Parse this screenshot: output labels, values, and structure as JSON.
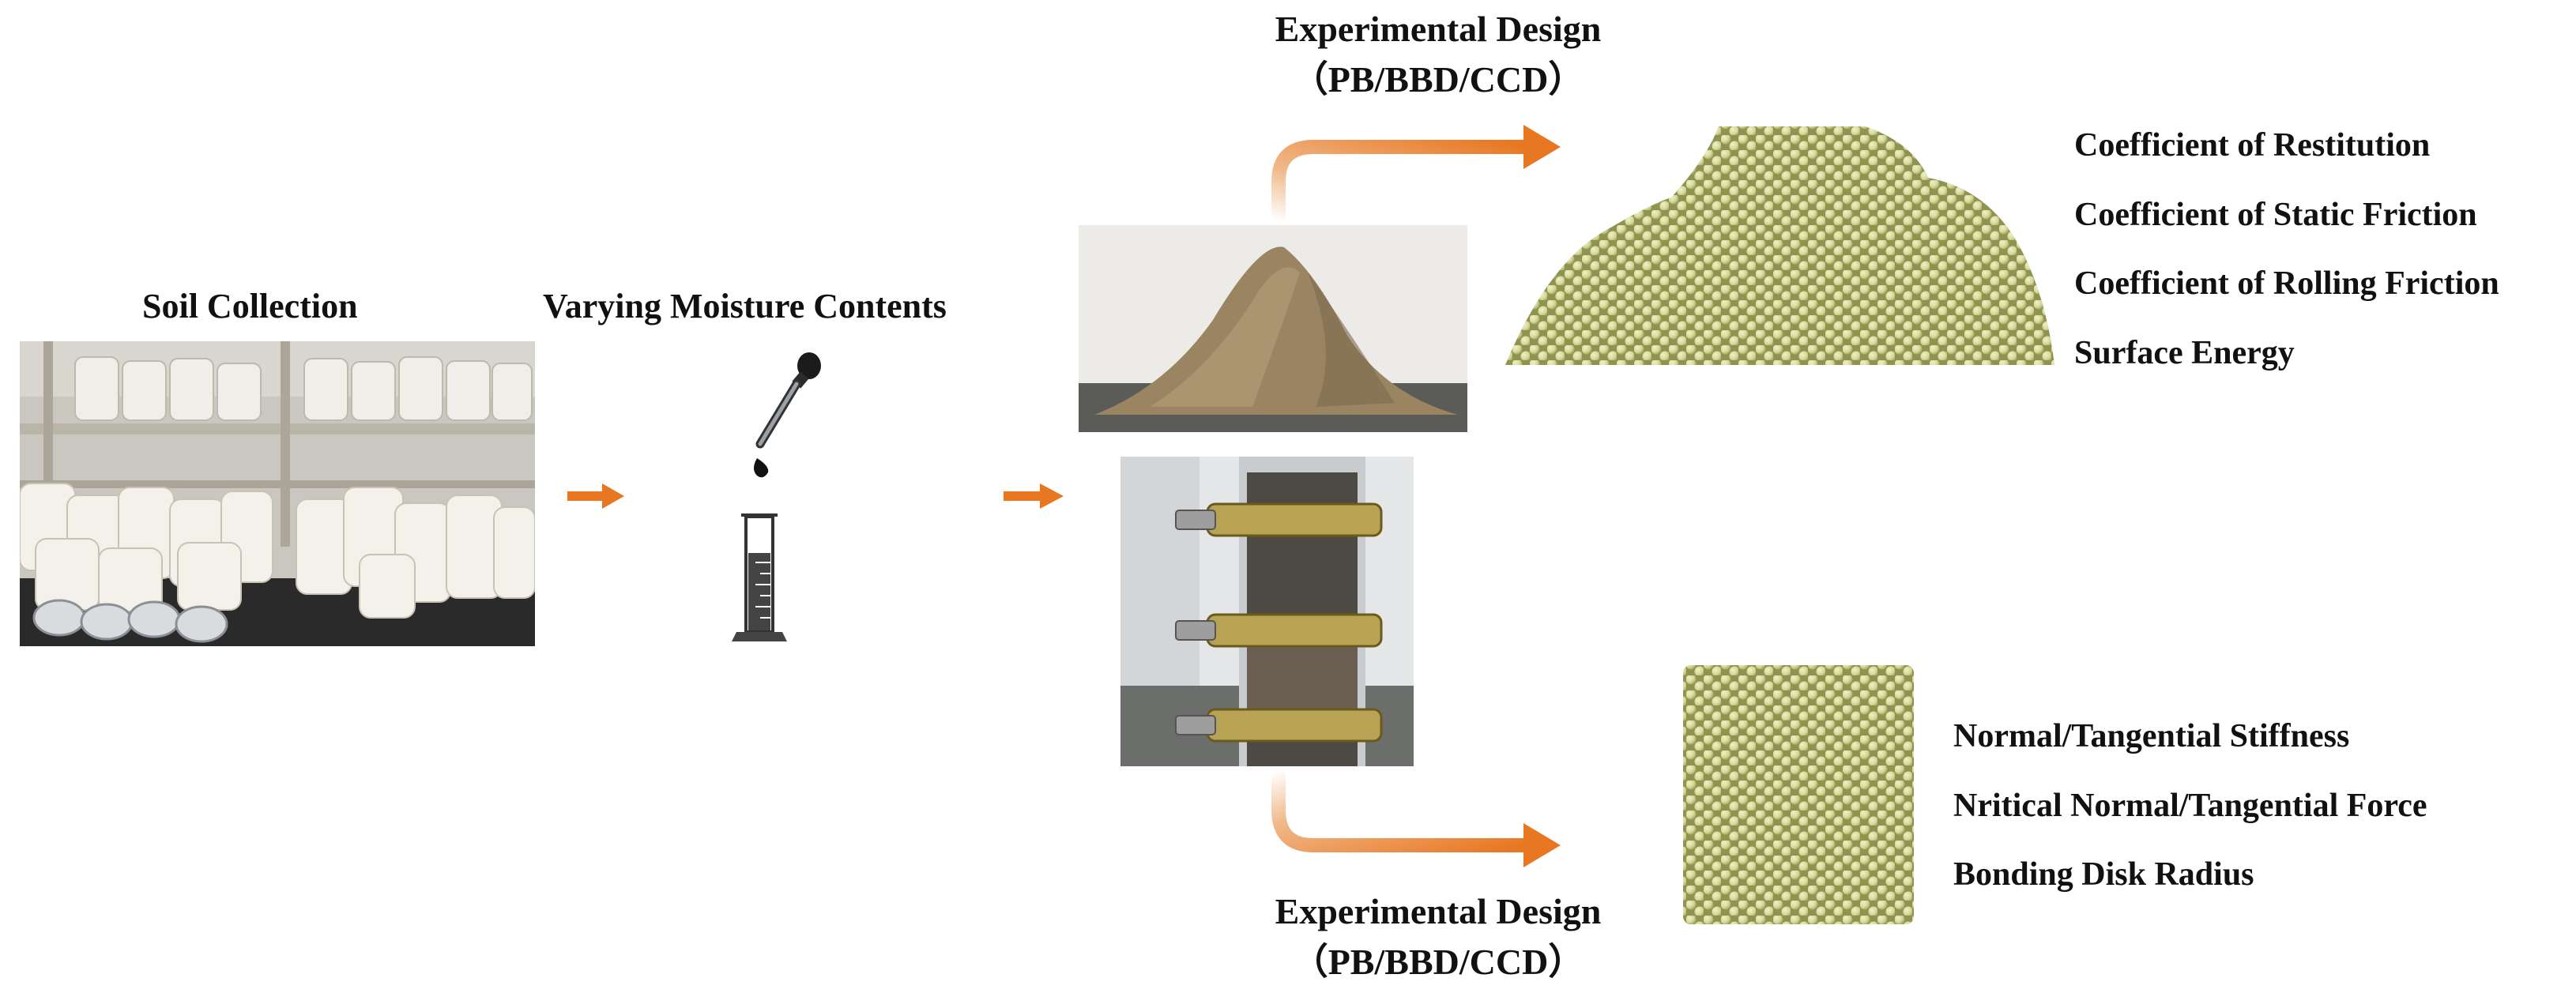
{
  "stages": {
    "soil_collection": "Soil Collection",
    "varying_moisture": "Varying Moisture Contents"
  },
  "design_top": {
    "line1": "Experimental Design",
    "line2": "（PB/BBD/CCD）"
  },
  "design_bottom": {
    "line1": "Experimental Design",
    "line2": "（PB/BBD/CCD）"
  },
  "params_top": [
    "Coefficient of Restitution",
    "Coefficient of Static Friction",
    "Coefficient of Rolling Friction",
    "Surface Energy"
  ],
  "params_bottom": [
    "Normal/Tangential Stiffness",
    "Nritical Normal/Tangential Force",
    "Bonding Disk Radius"
  ],
  "colors": {
    "arrow_orange": "#E87722",
    "particle": "#D6D99A",
    "particle_shade": "#9FA35A"
  }
}
